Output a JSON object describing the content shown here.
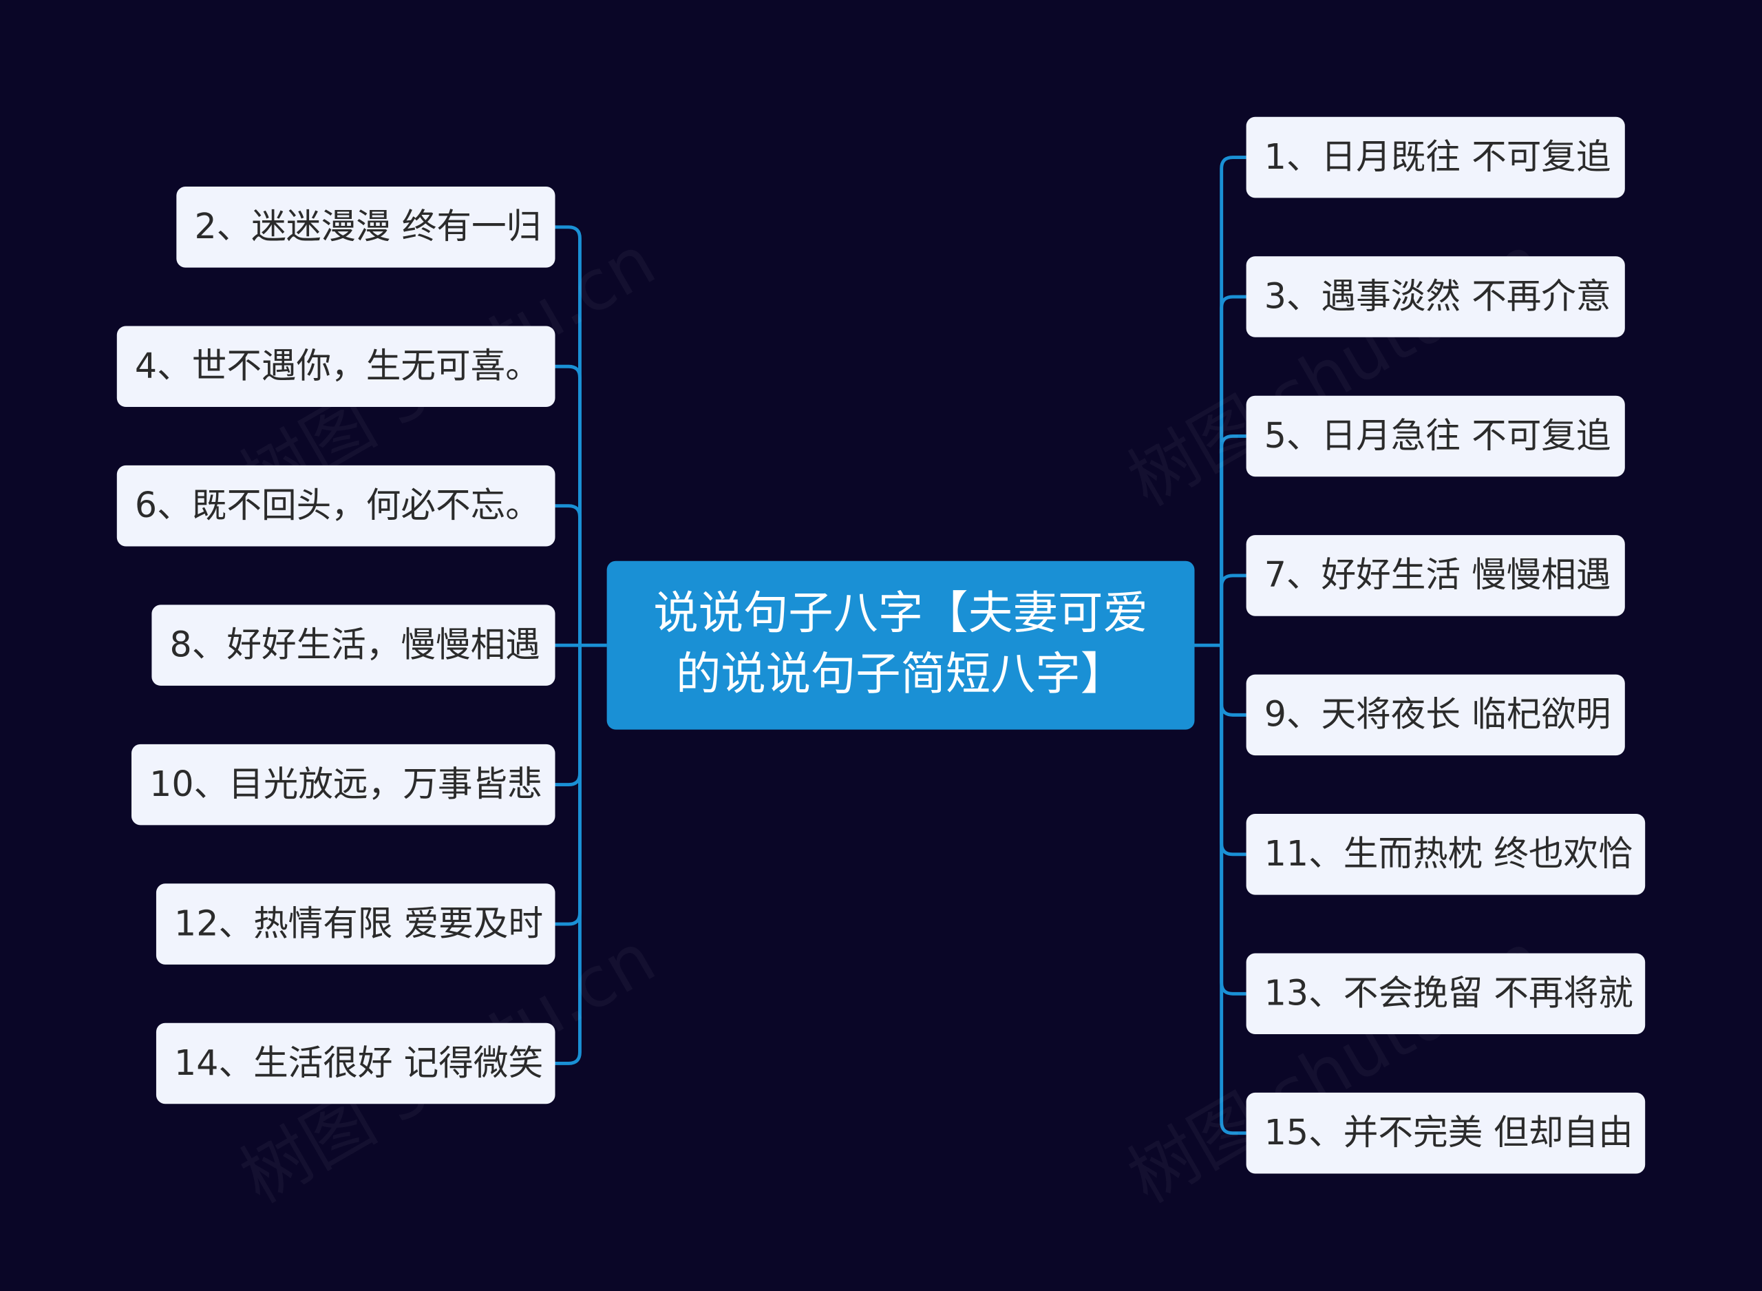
{
  "root": {
    "title": "说说句子八字【夫妻可爱的说说句子简短八字】"
  },
  "left_nodes": [
    "2、迷迷漫漫 终有一归",
    "4、世不遇你，生无可喜。",
    "6、既不回头，何必不忘。",
    "8、好好生活，慢慢相遇",
    "10、目光放远，万事皆悲",
    "12、热情有限 爱要及时",
    "14、生活很好 记得微笑"
  ],
  "right_nodes": [
    "1、日月既往 不可复追",
    "3、遇事淡然 不再介意",
    "5、日月急往 不可复追",
    "7、好好生活 慢慢相遇",
    "9、天将夜长 临杞欲明",
    "11、生而热枕 终也欢恰",
    "13、不会挽留 不再将就",
    "15、并不完美 但却自由"
  ],
  "watermark": "树图 shutu.cn",
  "colors": {
    "background": "#0a0627",
    "root_fill": "#1a90d5",
    "node_fill": "#f1f4fd",
    "connector": "#1a90d5"
  }
}
